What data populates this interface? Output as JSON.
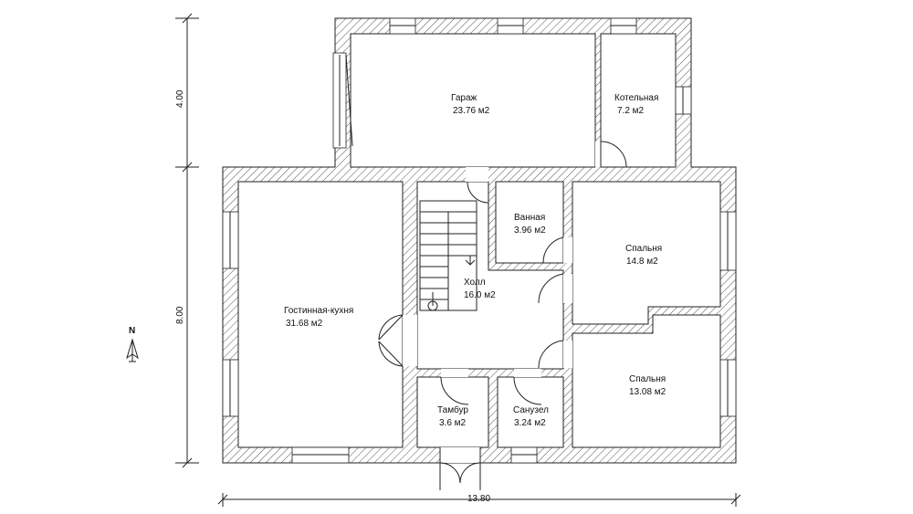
{
  "rooms": [
    {
      "id": "garage",
      "name": "Гараж",
      "area": "23.76 м2"
    },
    {
      "id": "boiler",
      "name": "Котельная",
      "area": "7.2 м2"
    },
    {
      "id": "living",
      "name": "Гостинная-кухня",
      "area": "31.68 м2"
    },
    {
      "id": "bath",
      "name": "Ванная",
      "area": "3.96 м2"
    },
    {
      "id": "bed1",
      "name": "Спальня",
      "area": "14.8 м2"
    },
    {
      "id": "hall",
      "name": "Холл",
      "area": "16.0 м2"
    },
    {
      "id": "bed2",
      "name": "Спальня",
      "area": "13.08 м2"
    },
    {
      "id": "vestibule",
      "name": "Тамбур",
      "area": "3.6 м2"
    },
    {
      "id": "wc",
      "name": "Санузел",
      "area": "3.24 м2"
    }
  ],
  "dimensions": {
    "top_vertical": "4.00",
    "main_vertical": "8.00",
    "bottom_horizontal": "13.80"
  },
  "north": "N"
}
